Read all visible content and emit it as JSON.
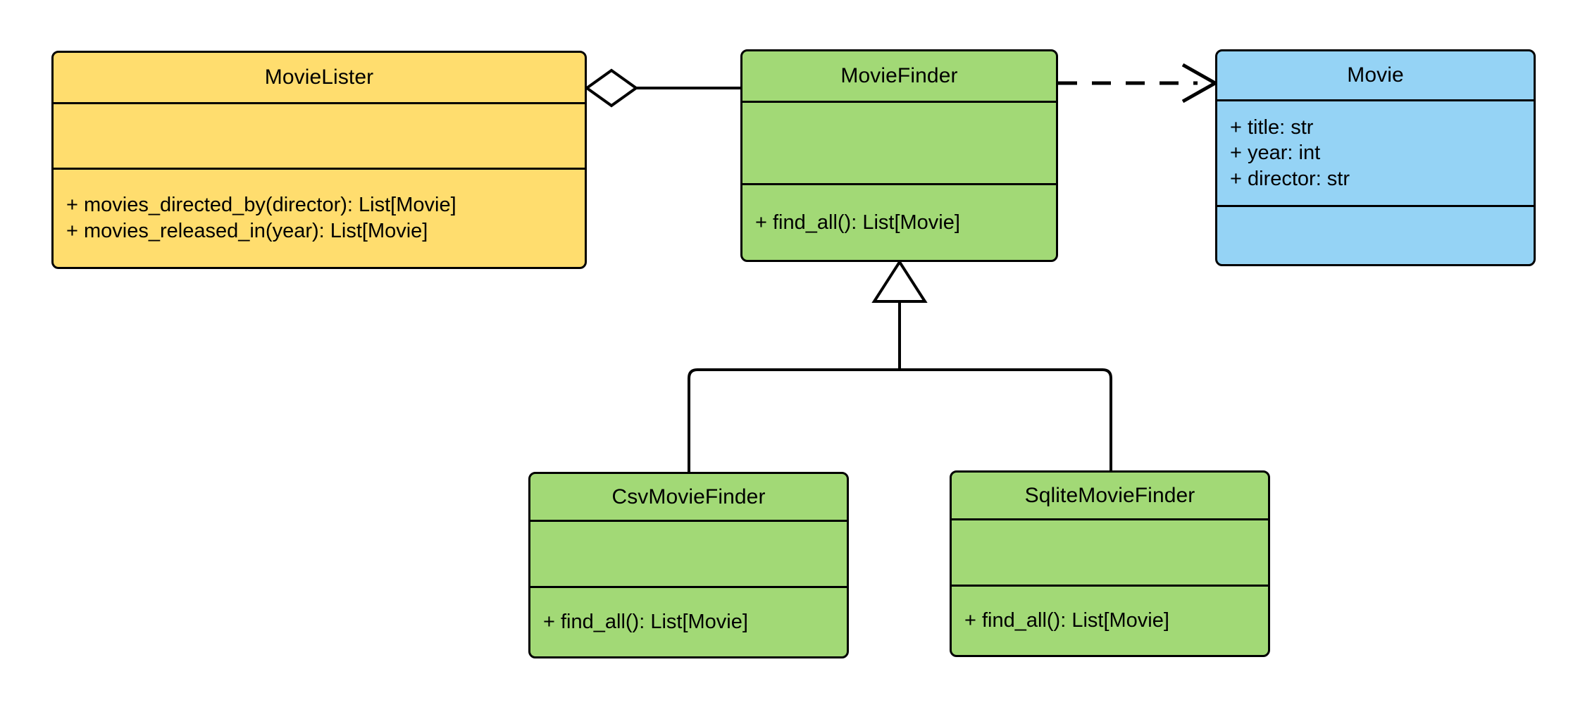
{
  "diagram": {
    "title": "UML class diagram",
    "kind": "uml-class-diagram",
    "background": "#ffffff",
    "line_color": "#000000"
  },
  "palette": {
    "yellow": "#ffdd6e",
    "green": "#a2d976",
    "blue": "#95d3f5",
    "stroke": "#000000",
    "fill_white": "#ffffff"
  },
  "classes": {
    "movie_lister": {
      "name": "MovieLister",
      "color": "#ffdd6e",
      "attributes": [],
      "methods": [
        "+ movies_directed_by(director): List[Movie]",
        "+ movies_released_in(year): List[Movie]"
      ]
    },
    "movie_finder": {
      "name": "MovieFinder",
      "color": "#a2d976",
      "attributes": [],
      "methods": [
        "+ find_all(): List[Movie]"
      ]
    },
    "movie": {
      "name": "Movie",
      "color": "#95d3f5",
      "attributes": [
        "+ title: str",
        "+ year: int",
        "+ director: str"
      ],
      "methods": []
    },
    "csv_movie_finder": {
      "name": "CsvMovieFinder",
      "color": "#a2d976",
      "attributes": [],
      "methods": [
        "+ find_all(): List[Movie]"
      ]
    },
    "sqlite_movie_finder": {
      "name": "SqliteMovieFinder",
      "color": "#a2d976",
      "attributes": [],
      "methods": [
        "+ find_all(): List[Movie]"
      ]
    }
  },
  "relationships": [
    {
      "id": "aggregation-lister-finder",
      "type": "aggregation",
      "source": "MovieLister",
      "target": "MovieFinder",
      "marker": "hollow-diamond",
      "line": "solid"
    },
    {
      "id": "dependency-finder-movie",
      "type": "dependency",
      "source": "MovieFinder",
      "target": "Movie",
      "marker": "open-arrow",
      "line": "dashed"
    },
    {
      "id": "generalization-csv-finder",
      "type": "generalization",
      "source": "CsvMovieFinder",
      "target": "MovieFinder",
      "marker": "hollow-triangle",
      "line": "solid"
    },
    {
      "id": "generalization-sqlite-finder",
      "type": "generalization",
      "source": "SqliteMovieFinder",
      "target": "MovieFinder",
      "marker": "hollow-triangle",
      "line": "solid"
    }
  ]
}
